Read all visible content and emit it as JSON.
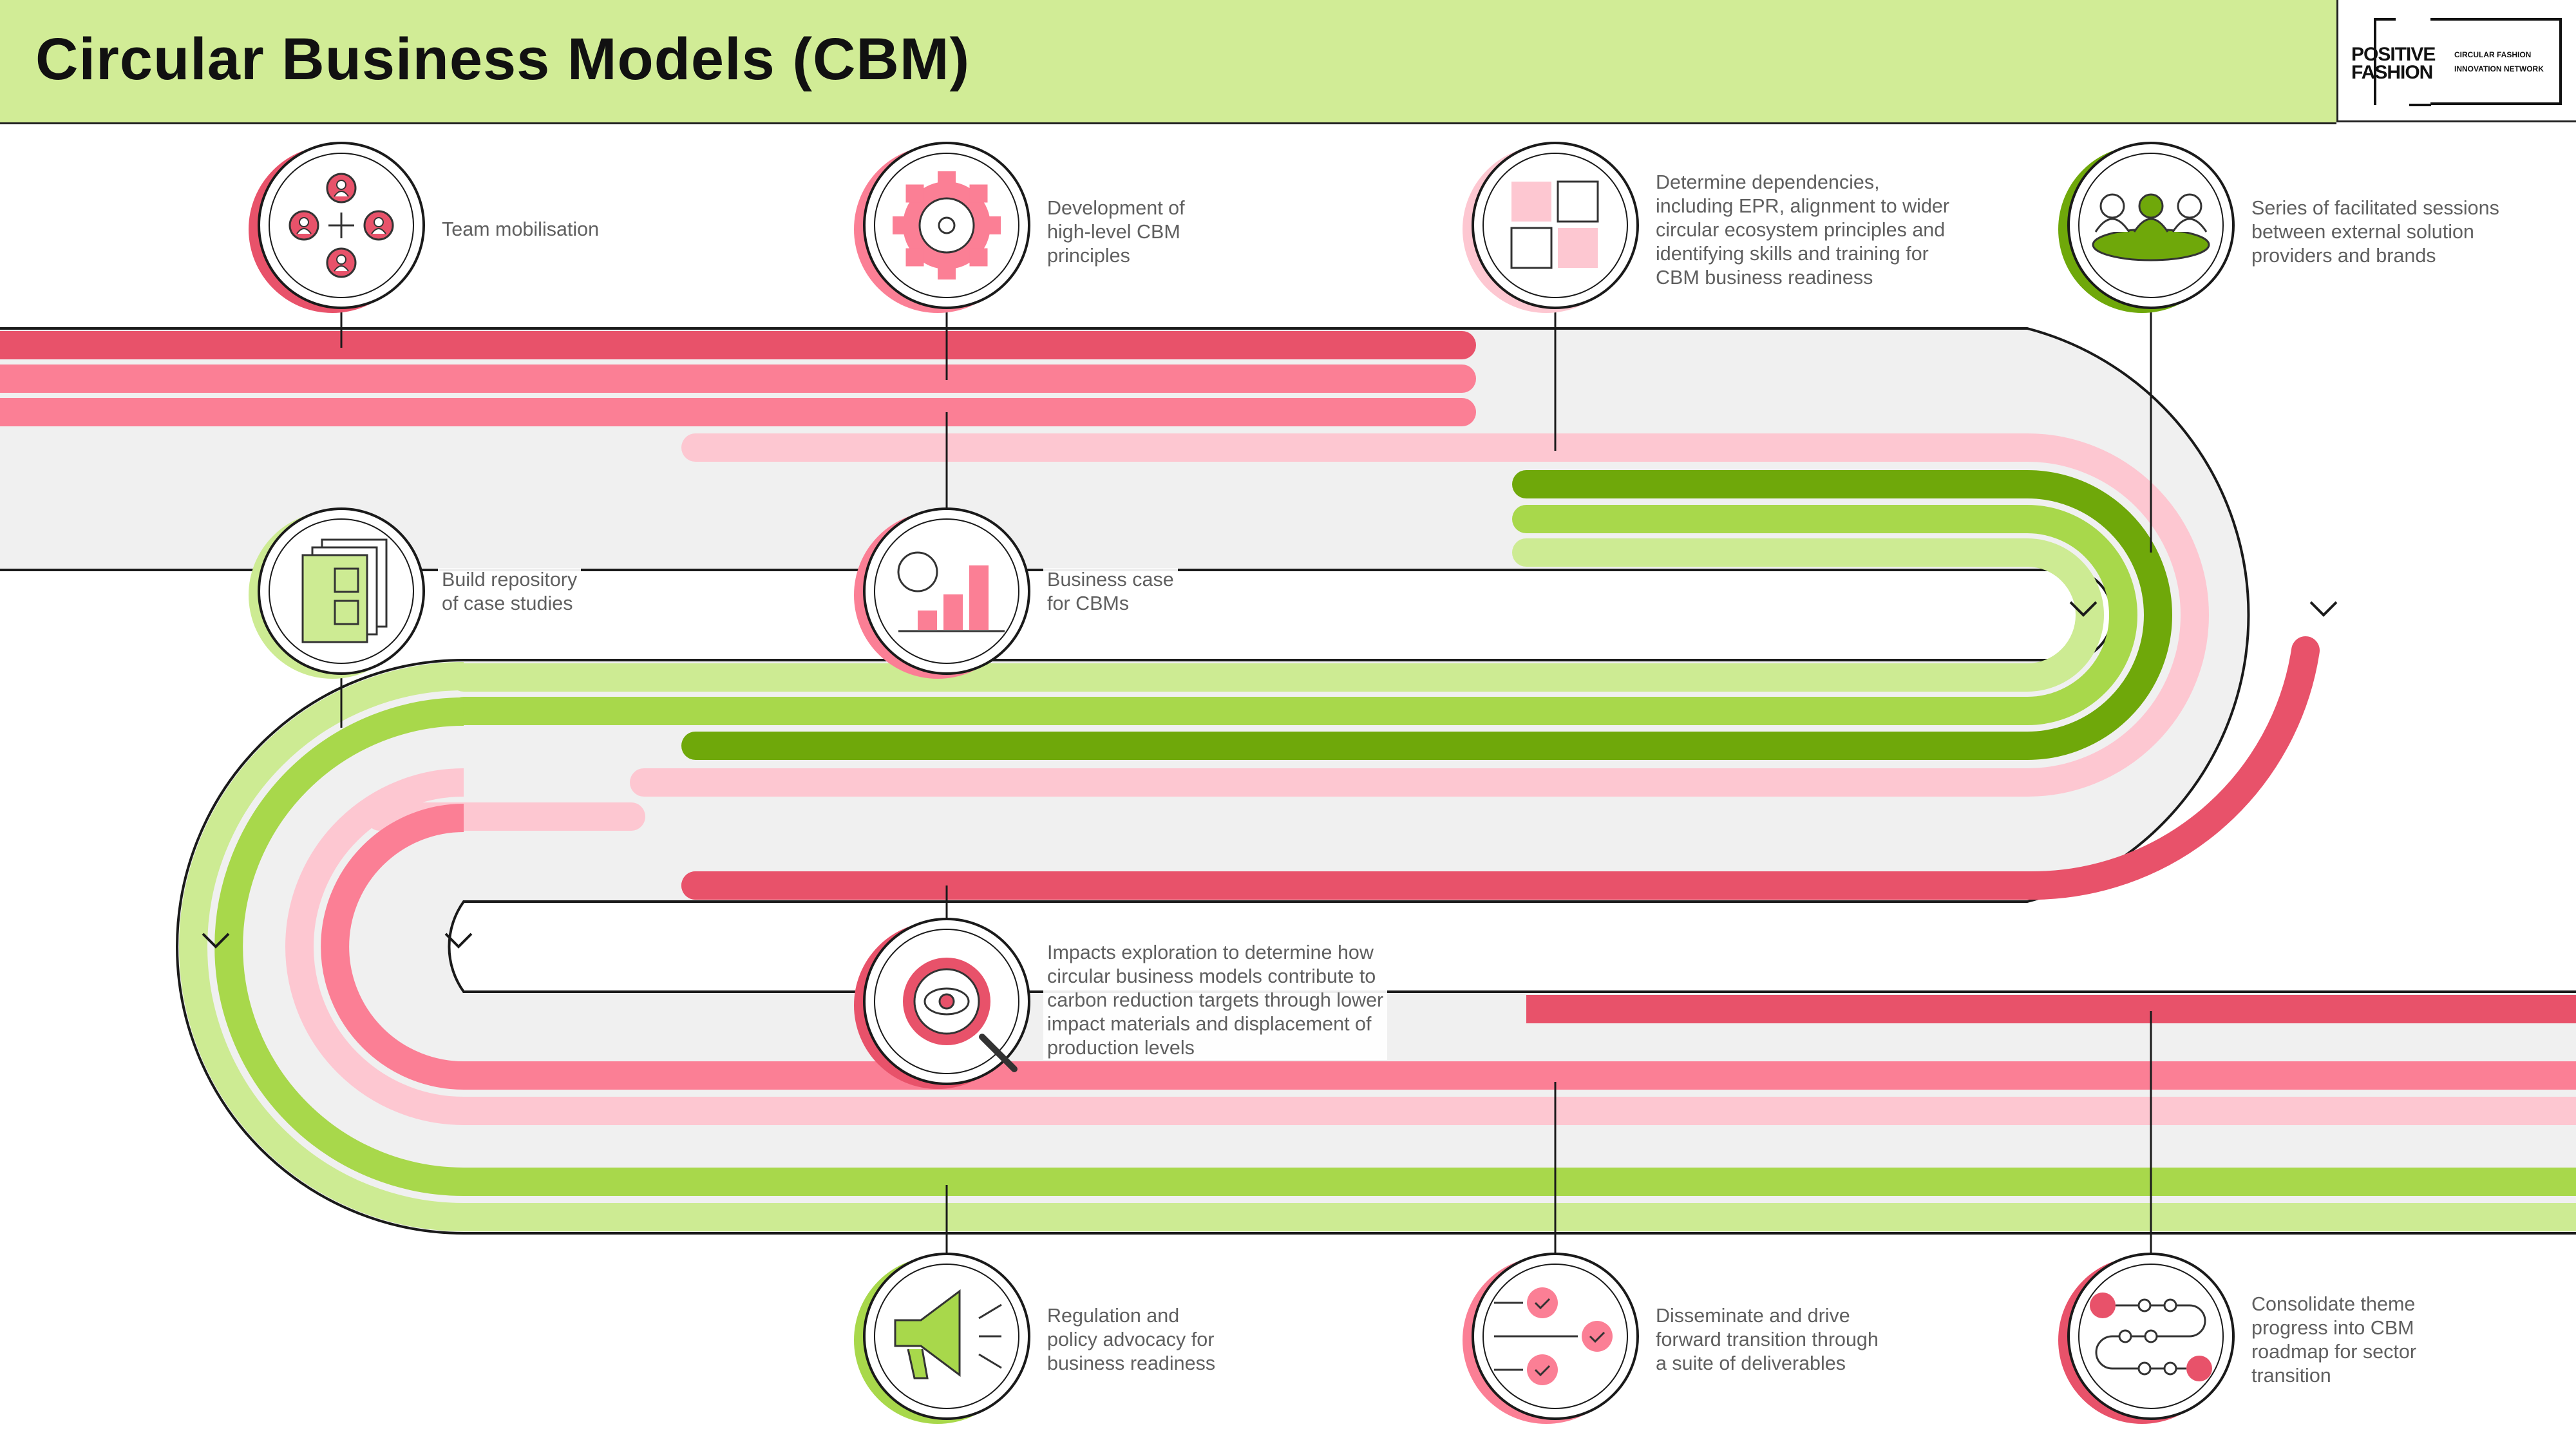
{
  "header": {
    "title": "Circular Business Models (CBM)",
    "logo": {
      "line1": "POSITIVE",
      "line2": "FASHION",
      "sub1": "CIRCULAR FASHION",
      "sub2": "INNOVATION NETWORK"
    }
  },
  "colors": {
    "header_bg": "#d1ec96",
    "red": "#e8526a",
    "pink": "#fb7f95",
    "light_pink": "#fdc7d1",
    "dark_green": "#6fa80a",
    "green": "#a8d84b",
    "light_green": "#cdeb93",
    "grey": "#f0f0f0"
  },
  "milestones": [
    {
      "id": "team-mobilisation",
      "icon": "team-icon",
      "label": "Team mobilisation"
    },
    {
      "id": "high-level-principles",
      "icon": "gear-icon",
      "label": "Development of\nhigh-level CBM\nprinciples"
    },
    {
      "id": "dependencies",
      "icon": "puzzle-icon",
      "label": "Determine dependencies,\nincluding EPR, alignment to wider\ncircular ecosystem principles and\nidentifying skills and training for\nCBM business readiness"
    },
    {
      "id": "facilitated-sessions",
      "icon": "meeting-table-icon",
      "label": "Series of facilitated sessions\nbetween external solution\nproviders and brands"
    },
    {
      "id": "case-studies",
      "icon": "documents-icon",
      "label": "Build repository\nof case studies"
    },
    {
      "id": "business-case",
      "icon": "bar-chart-icon",
      "label": "Business case\nfor CBMs"
    },
    {
      "id": "impacts-exploration",
      "icon": "magnifier-eye-icon",
      "label": "Impacts exploration to determine how\ncircular business models contribute to\ncarbon reduction targets through lower\nimpact materials and displacement of\nproduction levels"
    },
    {
      "id": "regulation-advocacy",
      "icon": "megaphone-icon",
      "label": "Regulation and\npolicy advocacy for\nbusiness readiness"
    },
    {
      "id": "disseminate",
      "icon": "checklist-arrows-icon",
      "label": "Disseminate and drive\nforward transition through\na suite of deliverables"
    },
    {
      "id": "consolidate-roadmap",
      "icon": "roadmap-icon",
      "label": "Consolidate theme\nprogress into CBM\nroadmap for sector\ntransition"
    }
  ]
}
